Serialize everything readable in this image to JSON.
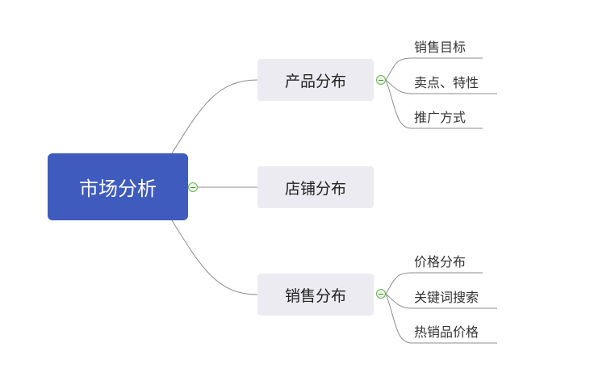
{
  "colors": {
    "root_fill": "#3f5bbd",
    "branch_fill": "#ebebf1",
    "line": "#8c8c8c",
    "toggle_border": "#6db35a",
    "toggle_fill": "#e9f6e2"
  },
  "mindmap": {
    "root": {
      "label": "市场分析"
    },
    "branches": [
      {
        "label": "产品分布",
        "children": [
          "销售目标",
          "卖点、特性",
          "推广方式"
        ]
      },
      {
        "label": "店铺分布",
        "children": []
      },
      {
        "label": "销售分布",
        "children": [
          "价格分布",
          "关键词搜索",
          "热销品价格"
        ]
      }
    ]
  }
}
